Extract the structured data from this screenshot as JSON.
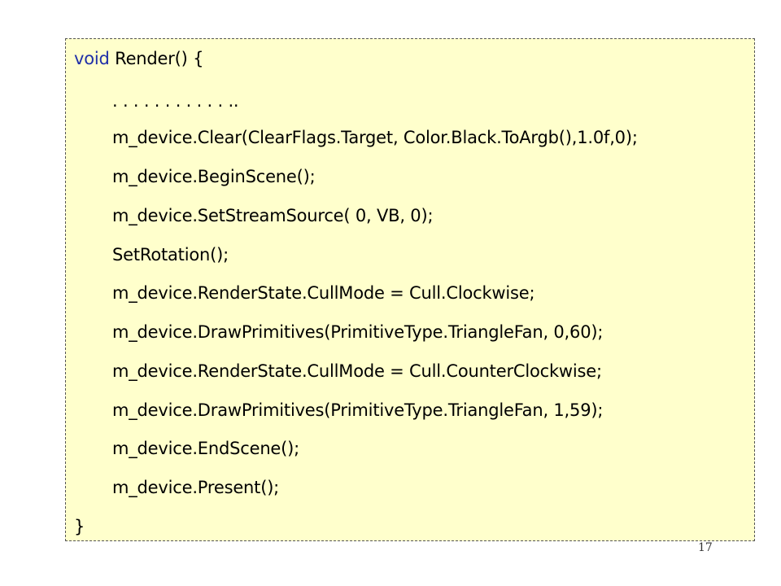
{
  "code": {
    "header_keyword": "void",
    "header_rest": " Render() {",
    "lines": [
      ". . . . . . . . . . . ..",
      "m_device.Clear(ClearFlags.Target, Color.Black.ToArgb(),1.0f,0);",
      "m_device.BeginScene();",
      "m_device.SetStreamSource( 0, VB, 0);",
      "SetRotation();",
      "m_device.RenderState.CullMode = Cull.Clockwise;",
      "m_device.DrawPrimitives(PrimitiveType.TriangleFan, 0,60);",
      "m_device.RenderState.CullMode = Cull.CounterClockwise;",
      "m_device.DrawPrimitives(PrimitiveType.TriangleFan, 1,59);",
      "m_device.EndScene();",
      "m_device.Present();"
    ],
    "closing": "}"
  },
  "page_number": "17",
  "colors": {
    "background": "#ffffcc",
    "keyword": "#1f2fa8",
    "border": "#555555"
  }
}
